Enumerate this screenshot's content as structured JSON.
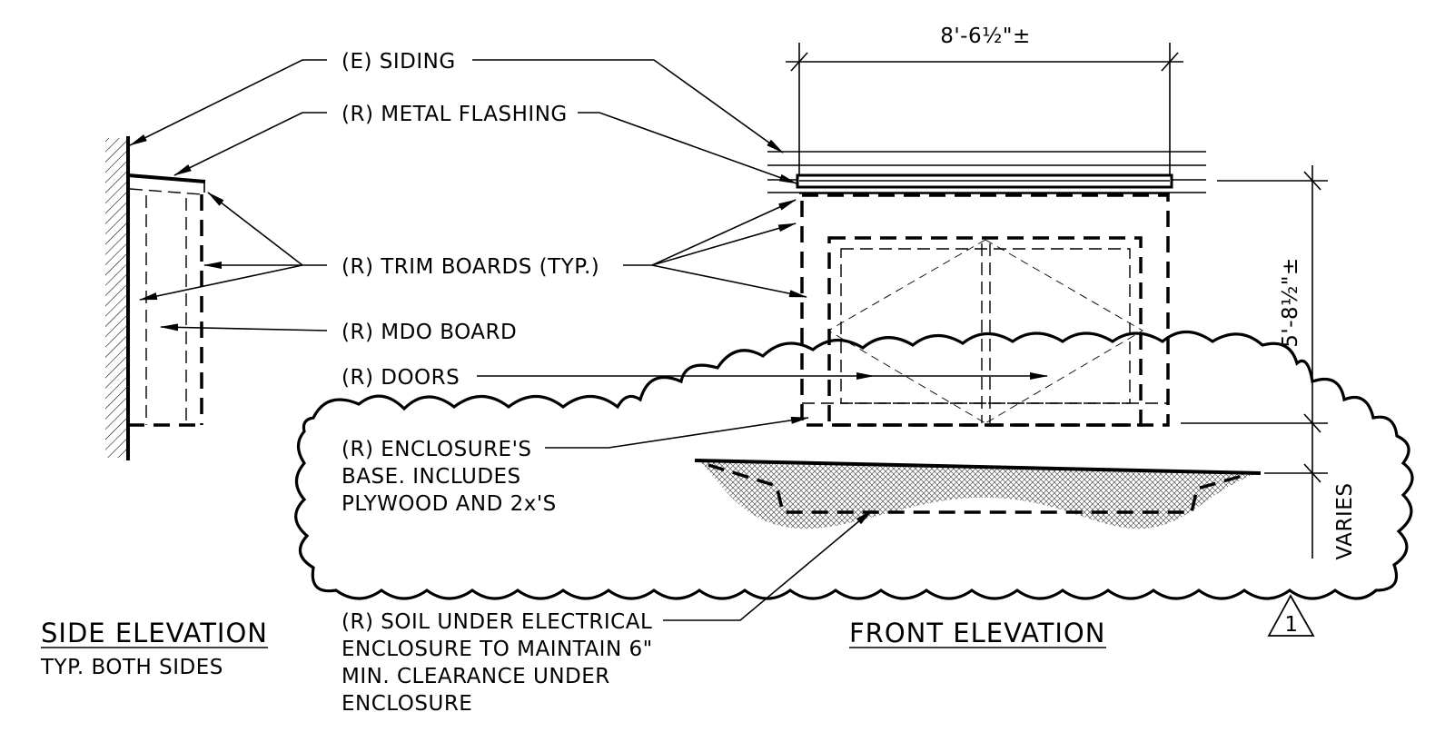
{
  "side_elevation": {
    "title": "SIDE ELEVATION",
    "subtitle": "TYP. BOTH SIDES"
  },
  "front_elevation": {
    "title": "FRONT ELEVATION"
  },
  "callouts": {
    "siding": "(E) SIDING",
    "flashing": "(R) METAL FLASHING",
    "trim": "(R) TRIM BOARDS (TYP.)",
    "mdo": "(R) MDO BOARD",
    "doors": "(R) DOORS",
    "base": [
      "(R) ENCLOSURE'S",
      "BASE. INCLUDES",
      "PLYWOOD AND 2x'S"
    ],
    "soil": [
      "(R) SOIL UNDER ELECTRICAL",
      "ENCLOSURE TO MAINTAIN 6\"",
      "MIN. CLEARANCE UNDER",
      "ENCLOSURE"
    ]
  },
  "dimensions": {
    "width": "8'-6½\"±",
    "height": "5'-8½\"±",
    "clearance": "VARIES"
  },
  "revision": {
    "number": "1"
  }
}
